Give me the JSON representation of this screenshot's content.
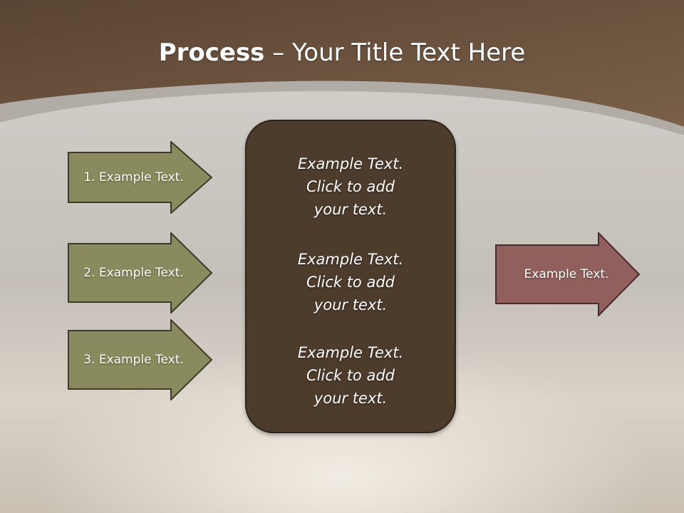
{
  "title": {
    "bold": "Process",
    "rest": " – Your Title Text Here"
  },
  "inputs": [
    {
      "label": "1. Example Text."
    },
    {
      "label": "2. Example Text."
    },
    {
      "label": "3. Example Text."
    }
  ],
  "center_blocks": [
    {
      "lines": [
        "Example Text.",
        "Click  to add",
        "your text."
      ]
    },
    {
      "lines": [
        "Example Text.",
        "Click  to add",
        "your text."
      ]
    },
    {
      "lines": [
        "Example Text.",
        "Click  to add",
        "your text."
      ]
    }
  ],
  "output": {
    "label": "Example Text."
  },
  "colors": {
    "header": "#6b5542",
    "input_arrow_fill": "#898a5e",
    "input_arrow_stroke": "#3e3a2a",
    "center_fill": "#4d3b2c",
    "output_arrow_fill": "#915f5c",
    "output_arrow_stroke": "#4a2a2a"
  }
}
